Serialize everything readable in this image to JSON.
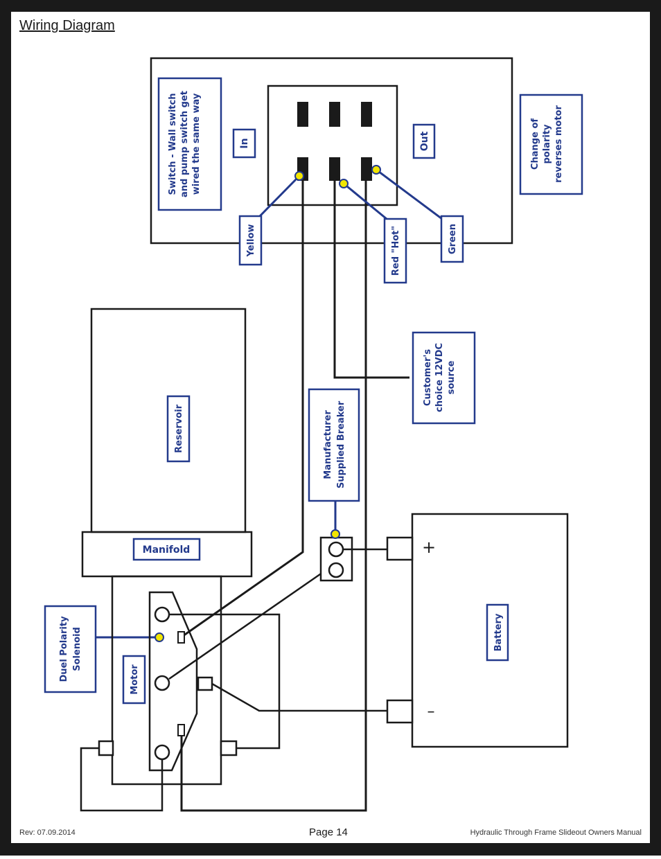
{
  "page": {
    "title": "Wiring Diagram",
    "rev": "Rev: 07.09.2014",
    "page_number": "Page 14",
    "manual_title": "Hydraulic Through Frame Slideout Owners Manual"
  },
  "labels": {
    "switch_note": [
      "Switch - Wall switch",
      "and pump switch get",
      "wired the same way"
    ],
    "in": "In",
    "out": "Out",
    "polarity_note": [
      "Change of",
      "polarity",
      "reverses motor"
    ],
    "yellow": "Yellow",
    "red_hot": "Red \"Hot\"",
    "green": "Green",
    "customer_source": [
      "Customer's",
      "choice 12VDC",
      "source"
    ],
    "reservoir": "Reservoir",
    "breaker": [
      "Manufacturer",
      "Supplied Breaker"
    ],
    "manifold": "Manifold",
    "solenoid": [
      "Duel Polarity",
      "Solenoid"
    ],
    "motor": "Motor",
    "battery": "Battery",
    "plus": "+",
    "minus": "–"
  },
  "colors": {
    "frame": "#1a1a1a",
    "wire": "#1a1a1a",
    "label_blue": "#233a8c",
    "connector_yellow": "#f2e600"
  }
}
